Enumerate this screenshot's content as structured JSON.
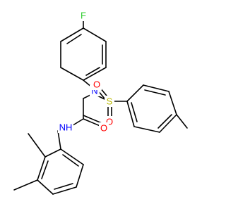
{
  "molecule": {
    "atoms": {
      "fluorine": {
        "symbol": "F",
        "color": "#32cd32"
      },
      "sulfonyl_nitrogen": {
        "symbol": "N",
        "color": "#0000ff"
      },
      "sulfur": {
        "symbol": "S",
        "color": "#b8b800"
      },
      "sulfonyl_oxygen_left": {
        "symbol": "O",
        "color": "#ff0000"
      },
      "sulfonyl_oxygen_bottom": {
        "symbol": "O",
        "color": "#ff0000"
      },
      "amide_oxygen": {
        "symbol": "O",
        "color": "#ff0000"
      },
      "amide_nh": {
        "symbol": "NH",
        "color": "#0000ff"
      }
    }
  }
}
